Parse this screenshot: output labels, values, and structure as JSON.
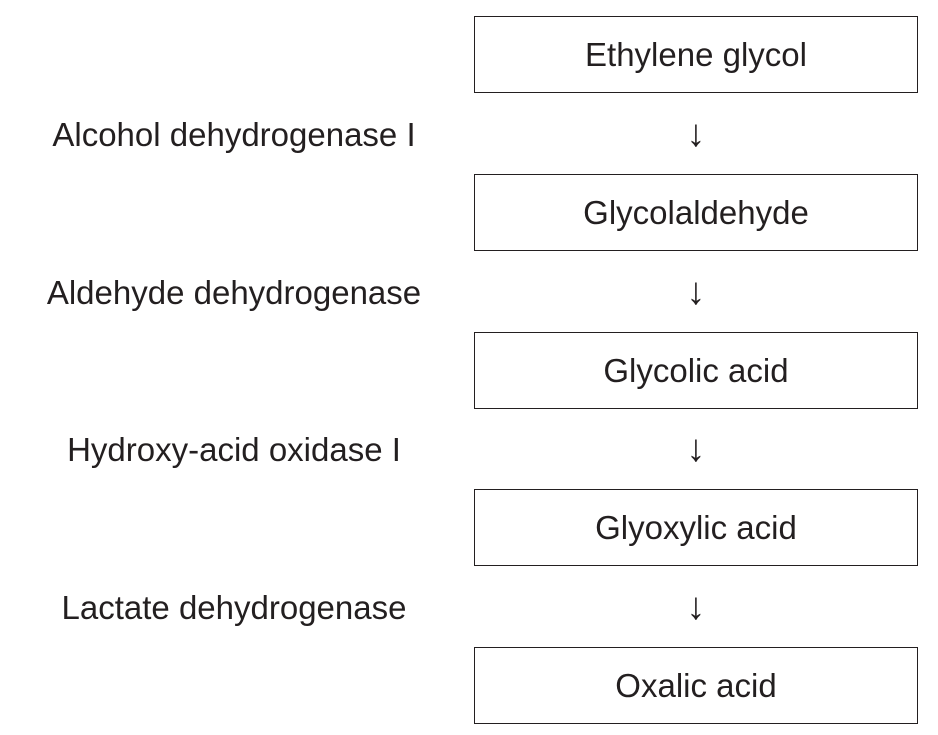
{
  "compounds": [
    "Ethylene glycol",
    "Glycolaldehyde",
    "Glycolic acid",
    "Glyoxylic acid",
    "Oxalic acid"
  ],
  "enzymes": [
    "Alcohol dehydrogenase I",
    "Aldehyde dehydrogenase",
    "Hydroxy-acid oxidase I",
    "Lactate dehydrogenase"
  ],
  "arrow_glyph": "↓"
}
